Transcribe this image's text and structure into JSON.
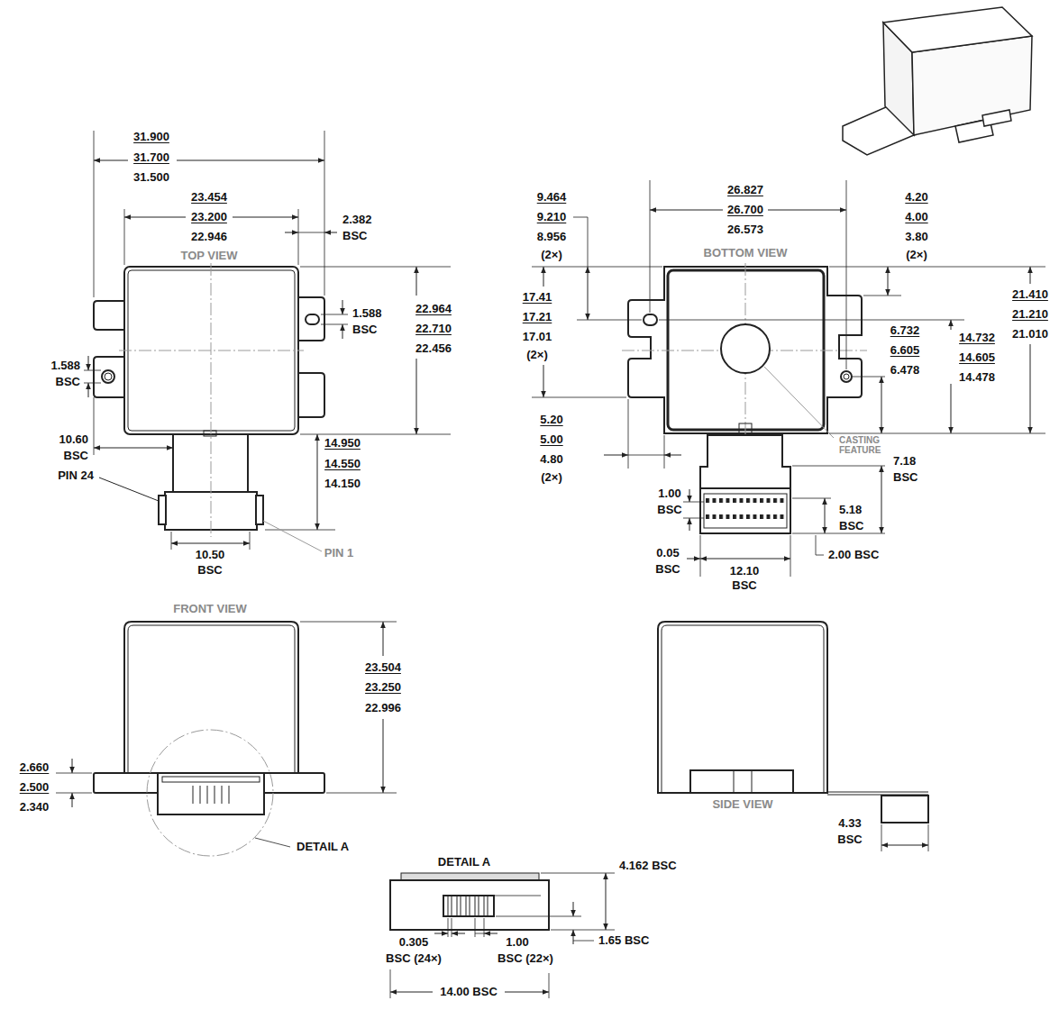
{
  "diagram": {
    "labels": [
      "31.900",
      "31.700",
      "31.500",
      "23.454",
      "23.200",
      "22.946",
      "2.382",
      "BSC",
      "TOP VIEW",
      "1.588",
      "BSC",
      "22.964",
      "22.710",
      "22.456",
      "1.588",
      "BSC",
      "10.60",
      "BSC",
      "14.950",
      "14.550",
      "14.150",
      "PIN 24",
      "10.50",
      "BSC",
      "PIN 1",
      "26.827",
      "26.700",
      "26.573",
      "9.464",
      "9.210",
      "8.956",
      "(2×)",
      "4.20",
      "4.00",
      "3.80",
      "(2×)",
      "BOTTOM VIEW",
      "17.41",
      "17.21",
      "17.01",
      "(2×)",
      "21.410",
      "21.210",
      "21.010",
      "6.732",
      "6.605",
      "6.478",
      "14.732",
      "14.605",
      "14.478",
      "CASTING FEATURE",
      "5.20",
      "5.00",
      "4.80",
      "(2×)",
      "7.18",
      "BSC",
      "1.00",
      "BSC",
      "5.18",
      "BSC",
      "2.00 BSC",
      "0.05",
      "BSC",
      "12.10",
      "BSC",
      "FRONT VIEW",
      "23.504",
      "23.250",
      "22.996",
      "2.660",
      "2.500",
      "2.340",
      "DETAIL A",
      "SIDE VIEW",
      "4.33",
      "BSC",
      "DETAIL A",
      "4.162 BSC",
      "1.65 BSC",
      "0.305",
      "BSC (24×)",
      "1.00",
      "BSC (22×)",
      "14.00 BSC"
    ]
  }
}
